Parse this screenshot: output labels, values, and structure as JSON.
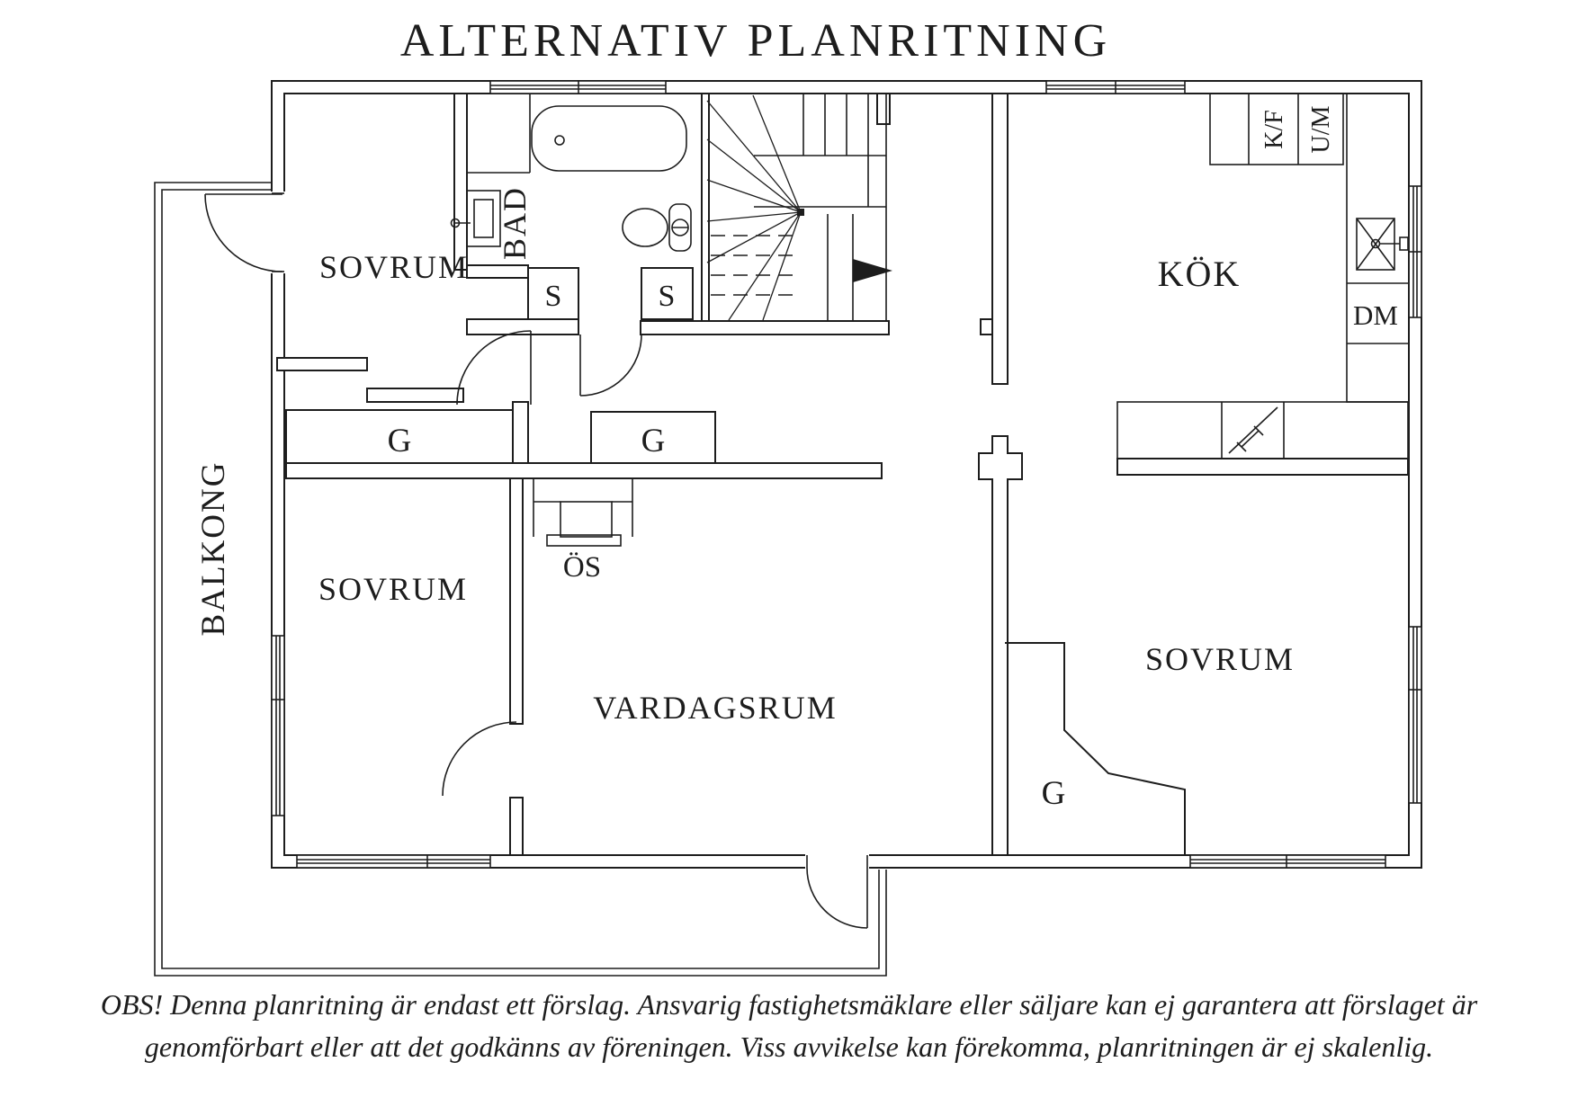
{
  "title": "ALTERNATIV PLANRITNING",
  "colors": {
    "ink": "#1d1d1d",
    "background": "#ffffff"
  },
  "plan": {
    "rooms": {
      "bedroom_top_left": "SOVRUM",
      "bedroom_bottom_left": "SOVRUM",
      "bedroom_bottom_right": "SOVRUM",
      "bathroom": "BAD",
      "kitchen": "KÖK",
      "living_room": "VARDAGSRUM",
      "balcony": "BALKONG"
    },
    "fixtures": {
      "wardrobe": "G",
      "closet": "S",
      "open_fireplace": "ÖS",
      "dishwasher": "DM",
      "fridge_freezer": "K/F",
      "oven_microwave": "U/M"
    }
  },
  "disclaimer": {
    "line1": "OBS! Denna planritning är endast ett förslag. Ansvarig fastighetsmäklare eller säljare kan ej garantera att förslaget är",
    "line2": "genomförbart eller att det godkänns av föreningen. Viss avvikelse kan förekomma, planritningen är ej skalenlig."
  }
}
